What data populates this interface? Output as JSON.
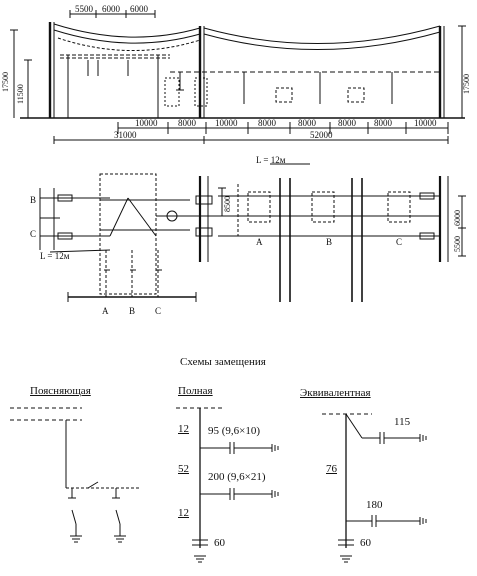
{
  "top_view": {
    "dims_top": [
      "5500",
      "6000",
      "6000"
    ],
    "dims_left": [
      "17500",
      "11500"
    ],
    "dim_right": "17500",
    "dims_row": [
      "10000",
      "8000",
      "10000",
      "8000",
      "8000",
      "8000",
      "8000",
      "10000"
    ],
    "total_left": "31000",
    "total_right": "52000"
  },
  "plan_view": {
    "label_l_top": "L = 12м",
    "label_l_left": "L = 12м",
    "phase_b_left": "B",
    "phase_c_left": "C",
    "phases_bottom": [
      "A",
      "B",
      "C"
    ],
    "phases_right": [
      "A",
      "B",
      "C"
    ],
    "dim_8500": "8500",
    "dim_right_a": "6000",
    "dim_right_b": "5500"
  },
  "schemes": {
    "title": "Схемы замещения",
    "explanatory": "Поясняющая",
    "full": "Полная",
    "equivalent": "Эквивалентная",
    "full_values": {
      "n1": "12",
      "n2": "52",
      "n3": "12",
      "c1": "95 (9,6×10)",
      "c2": "200 (9,6×21)",
      "c_bottom": "60"
    },
    "equiv_values": {
      "n": "76",
      "c1": "115",
      "c2": "180",
      "c_bottom": "60"
    }
  }
}
